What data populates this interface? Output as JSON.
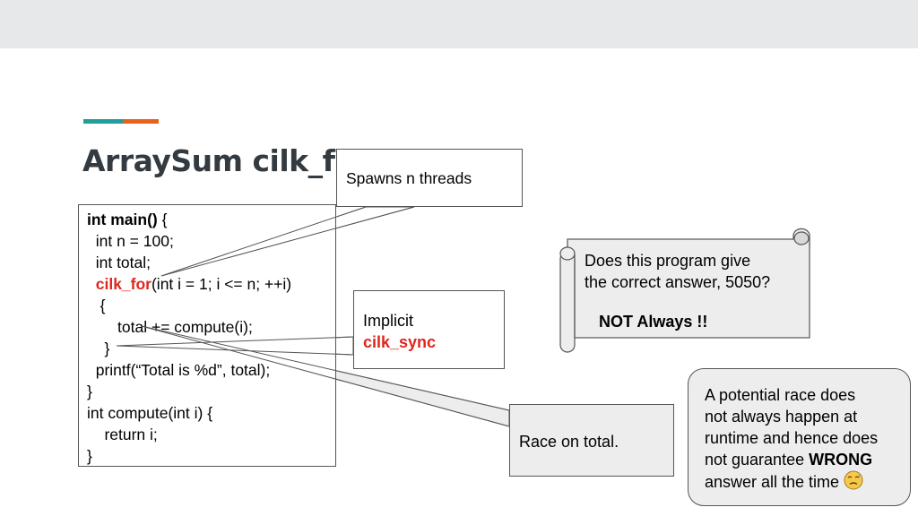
{
  "title": "ArraySum cilk_for",
  "code": {
    "l1_kw": "int main()",
    "l1_rest": " {",
    "l2": "  int n = 100;",
    "l3": "  int total;",
    "l4_kw": "cilk_for",
    "l4_rest": "(int i = 1; i <= n; ++i)",
    "l5": "   {",
    "l6": "       total += compute(i);",
    "l7": "    }",
    "l8": "  printf(“Total is %d”, total);",
    "l9": "}",
    "l10": "int compute(int i) {",
    "l11": "    return i;",
    "l12": "}"
  },
  "callouts": {
    "spawns": "Spawns n threads",
    "implicit_line1": "Implicit",
    "implicit_line2": "cilk_sync",
    "race": "Race on total."
  },
  "scroll": {
    "line1": "Does this program give",
    "line2": "the correct answer, 5050?",
    "bold": "NOT Always !!"
  },
  "note": {
    "line1": "A potential race does",
    "line2": "not always happen at",
    "line3": "runtime and hence does",
    "line4_pre": "not guarantee ",
    "line4_bold": "WRONG",
    "line5": "answer all the time"
  },
  "colors": {
    "teal": "#1f9e9a",
    "orange": "#e8621b",
    "red": "#e1261c",
    "callout_fill": "#ededed"
  },
  "icons": {
    "emoji": "sweat-face-icon"
  }
}
